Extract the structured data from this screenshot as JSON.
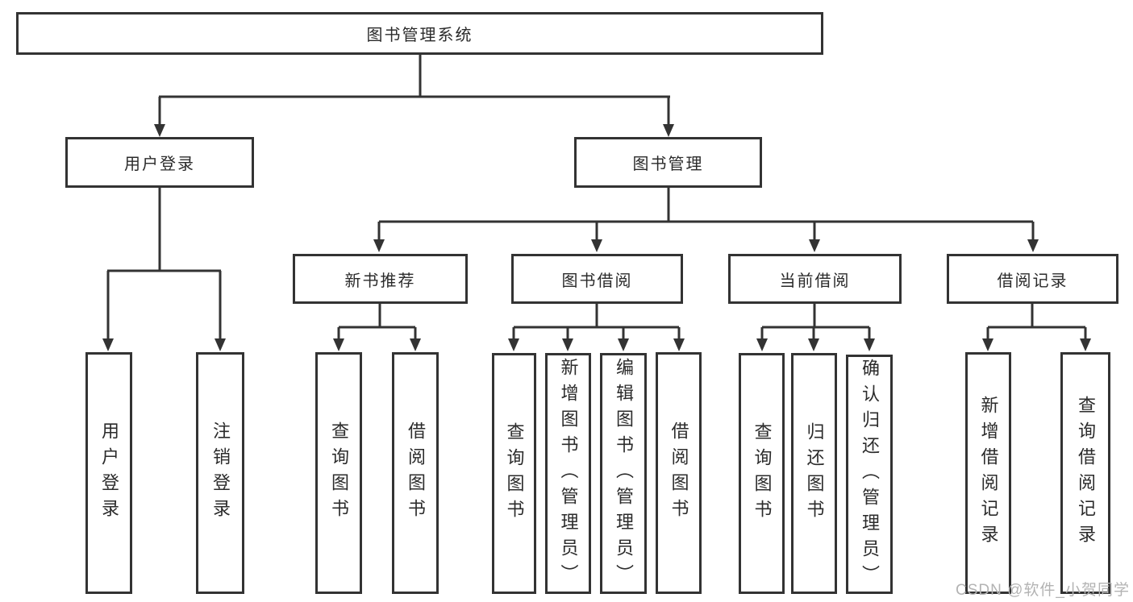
{
  "nodes": {
    "root": "图书管理系统",
    "user_login": "用户登录",
    "book_mgmt": "图书管理",
    "new_book_rec": "新书推荐",
    "book_borrow": "图书借阅",
    "current_borrow": "当前借阅",
    "borrow_record": "借阅记录",
    "ul_login": "用户登录",
    "ul_logout": "注销登录",
    "nr_query": "查询图书",
    "nr_borrow": "借阅图书",
    "bb_query": "查询图书",
    "bb_add": "新增图书（管理员）",
    "bb_edit": "编辑图书（管理员）",
    "bb_borrow": "借阅图书",
    "cb_query": "查询图书",
    "cb_return": "归还图书",
    "cb_confirm": "确认归还（管理员）",
    "br_add": "新增借阅记录",
    "br_query": "查询借阅记录"
  },
  "hierarchy": {
    "图书管理系统": {
      "用户登录": [
        "用户登录",
        "注销登录"
      ],
      "图书管理": {
        "新书推荐": [
          "查询图书",
          "借阅图书"
        ],
        "图书借阅": [
          "查询图书",
          "新增图书（管理员）",
          "编辑图书（管理员）",
          "借阅图书"
        ],
        "当前借阅": [
          "查询图书",
          "归还图书",
          "确认归还（管理员）"
        ],
        "借阅记录": [
          "新增借阅记录",
          "查询借阅记录"
        ]
      }
    }
  },
  "watermark": "CSDN @软件_小贺同学",
  "colors": {
    "line": "#333333",
    "text": "#2b2b2b",
    "background": "#ffffff",
    "watermark": "#b3b3b3"
  }
}
